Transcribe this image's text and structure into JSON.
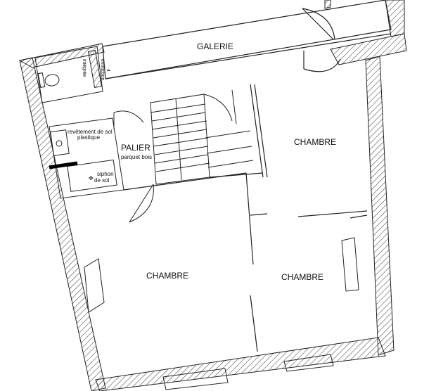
{
  "plan": {
    "rooms": {
      "gallery": "GALERIE",
      "landing": "PALIER",
      "landing_note": "parquet bois",
      "bedroom_top_right": "CHAMBRE",
      "bedroom_bottom_left": "CHAMBRE",
      "bedroom_bottom_right": "CHAMBRE"
    },
    "bathroom": {
      "floor_covering_line1": "revêtement de sol",
      "floor_covering_line2": "plastique",
      "drain_line1": "siphon",
      "drain_line2": "de sol"
    },
    "wc_note_line1": "4",
    "wc_note_line2": "extraction",
    "wc_note_line3": "intégrée"
  },
  "colors": {
    "wall_hatch": "#444444",
    "line": "#222222",
    "background": "#ffffff"
  }
}
